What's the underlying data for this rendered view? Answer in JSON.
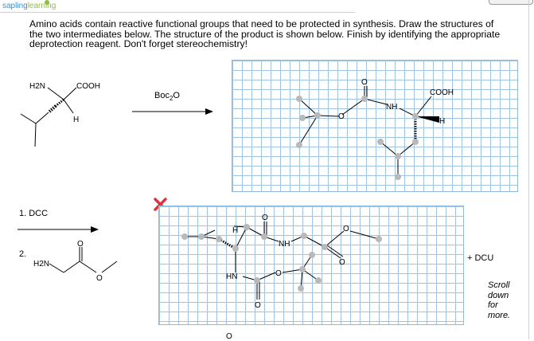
{
  "header": {
    "logo_text_1": "sapling",
    "logo_text_2": "learning"
  },
  "question": {
    "text": "Amino acids contain reactive functional groups that need to be protected in synthesis. Draw the structures of the two intermediates below. The structure of the product is shown below. Finish by identifying the appropriate deprotection reagent. Don't forget stereochemistry!"
  },
  "step1": {
    "reagent": "Boc2O",
    "reagent_base": "Boc",
    "reagent_sub": "2",
    "reagent_tail": "O",
    "starting_labels": {
      "amine": "H2N",
      "acid": "COOH",
      "h": "H"
    },
    "answer_labels": {
      "carbonyl_o": "O",
      "ester_o": "O",
      "nh": "NH",
      "acid": "COOH",
      "h": "H"
    }
  },
  "step2": {
    "reagent_1": "1. DCC",
    "reagent_2": "2.",
    "amine_label": "H2N",
    "o_top": "O",
    "o_ester": "O",
    "answer_labels": {
      "h": "H",
      "o_top": "O",
      "nh": "NH",
      "o_ester": "O",
      "o_carbonyl": "O",
      "hn": "HN",
      "o_boc": "O",
      "o_bottom": "O"
    },
    "status_icon": "incorrect-x-icon",
    "status_color": "#e0313a",
    "byproduct": "+ DCU"
  },
  "scroll_note": {
    "line1": "Scroll",
    "line2": "down",
    "line3": "for",
    "line4": "more."
  },
  "bottom_fragment": "O"
}
